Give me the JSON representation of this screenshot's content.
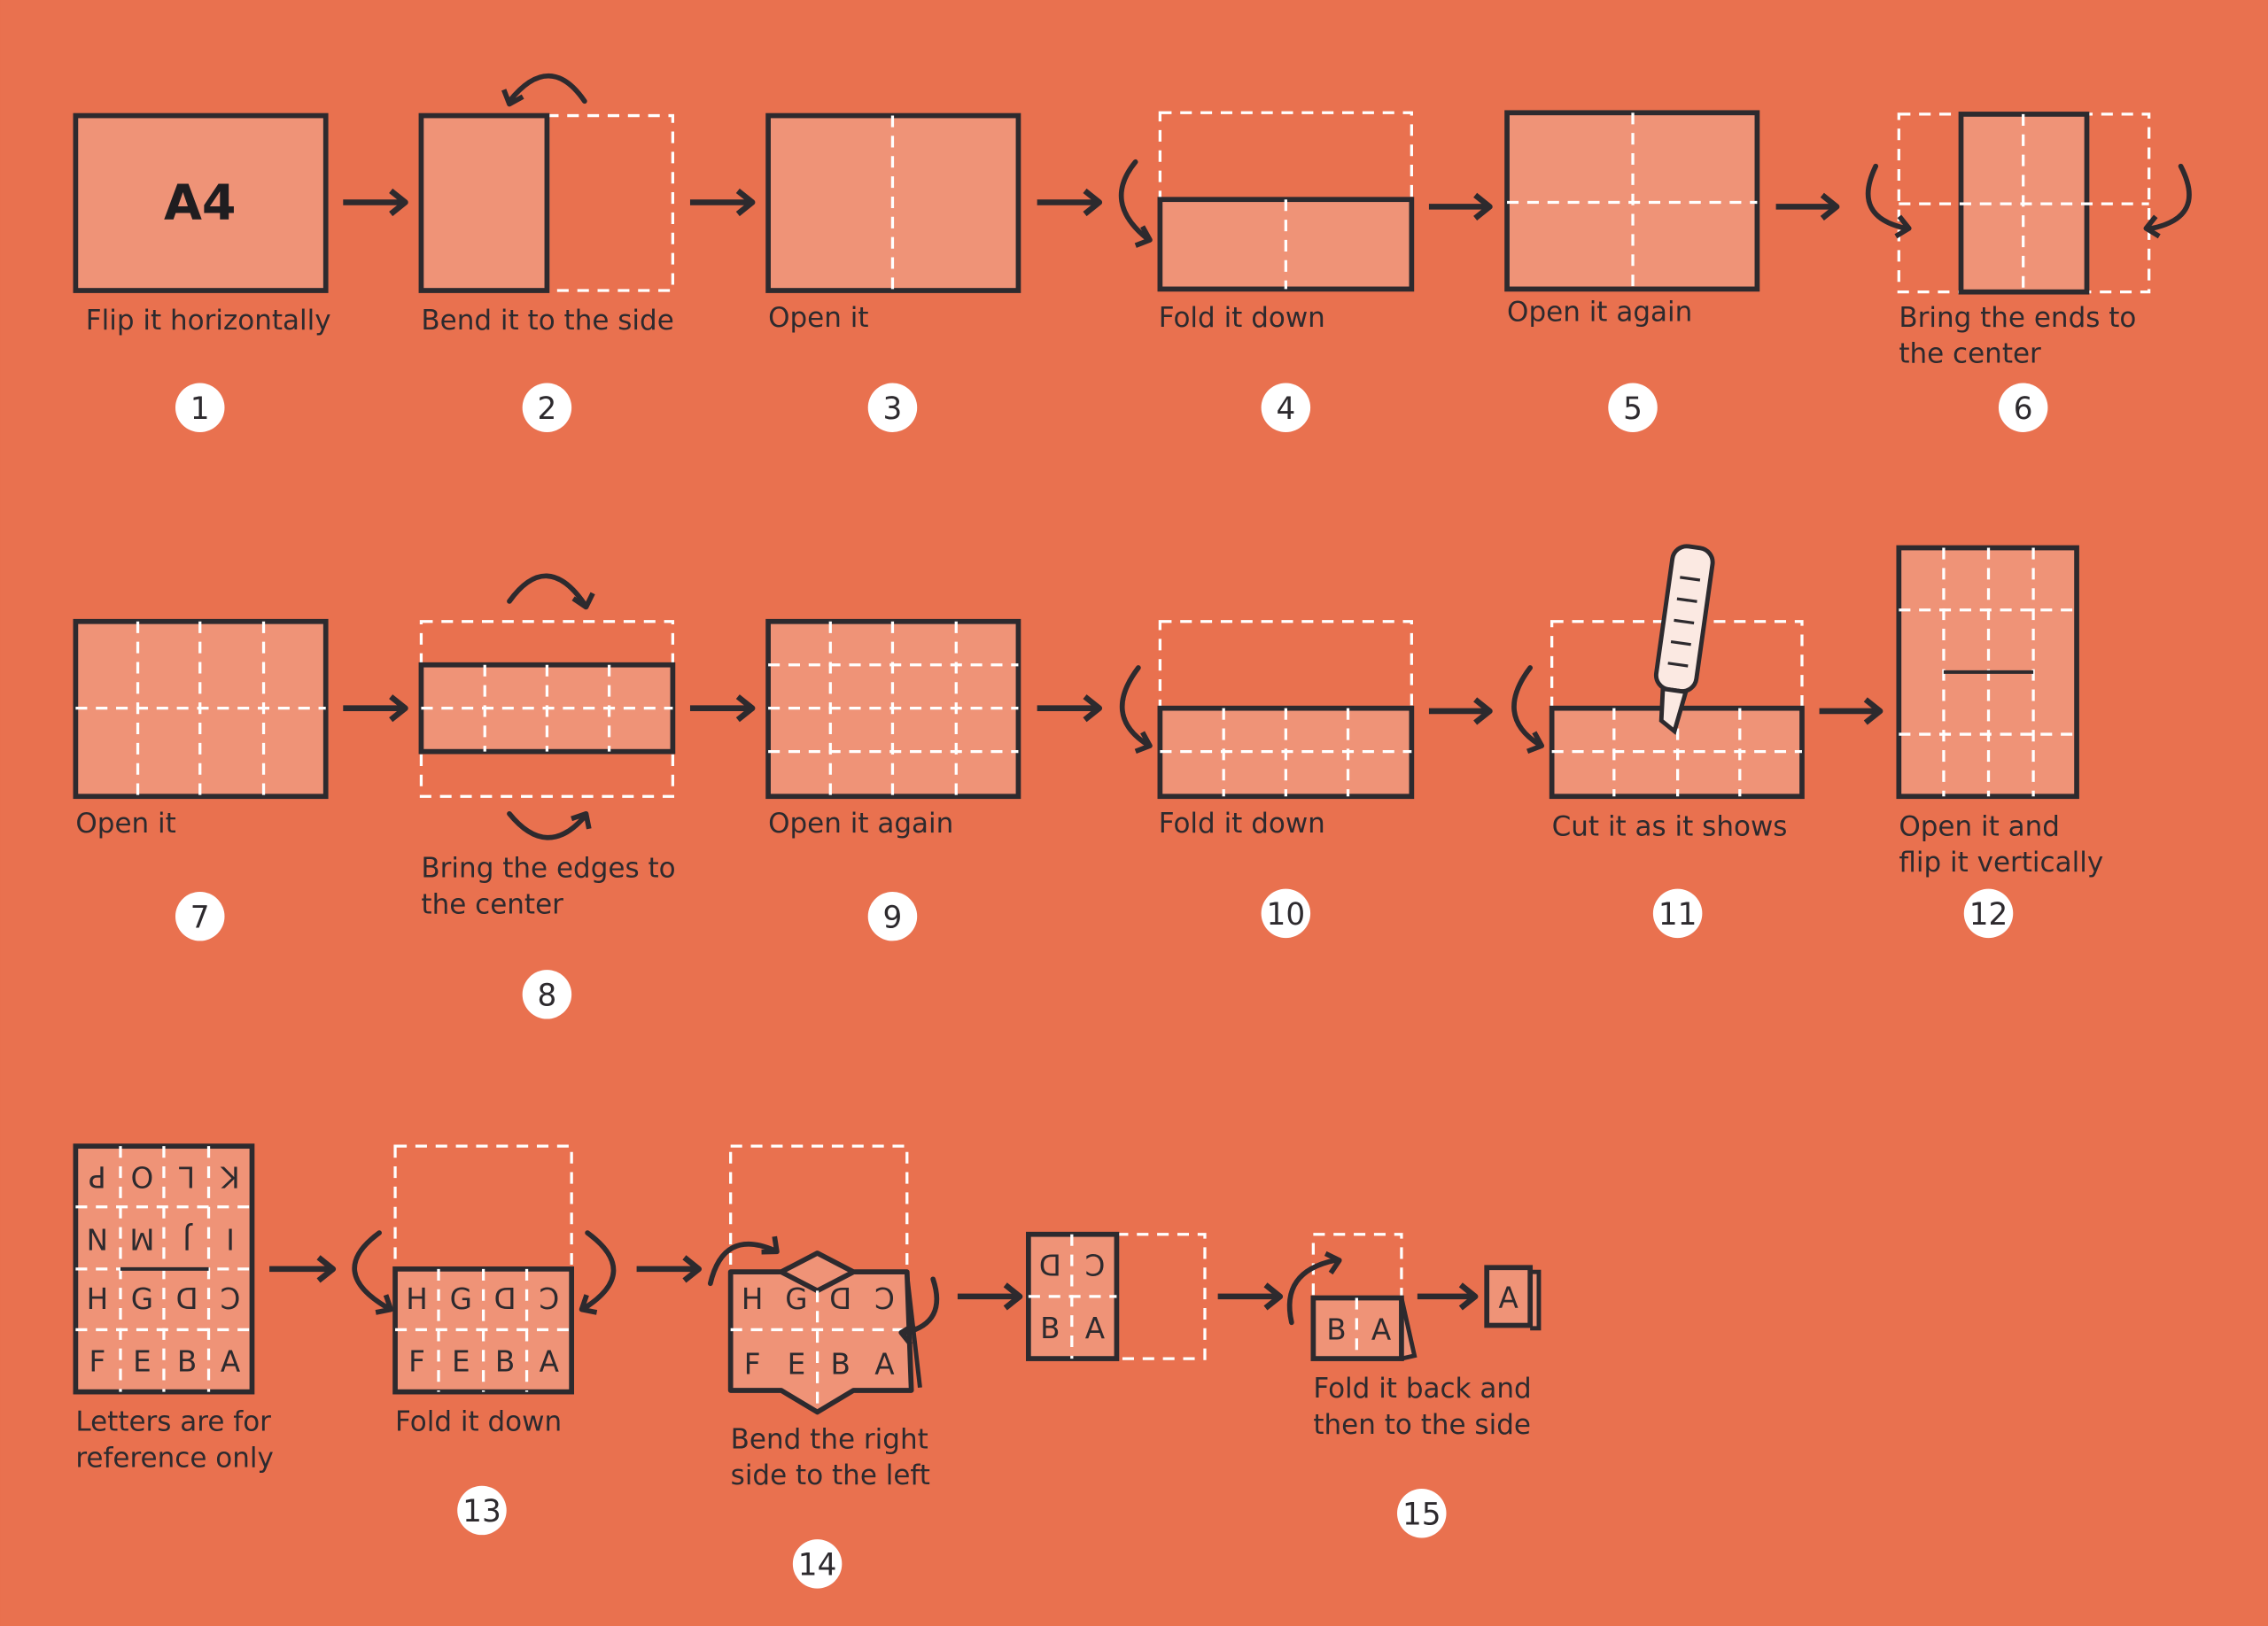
{
  "colors": {
    "background": "#e9714f",
    "paper": "#ef9377",
    "ink": "#2d2a2e",
    "fold_line": "#ffffff",
    "badge": "#ffffff"
  },
  "paper_label": "A4",
  "steps": [
    {
      "number": "1",
      "caption": [
        "Flip it horizontally"
      ]
    },
    {
      "number": "2",
      "caption": [
        "Bend it to the side"
      ]
    },
    {
      "number": "3",
      "caption": [
        "Open it"
      ]
    },
    {
      "number": "4",
      "caption": [
        "Fold it down"
      ]
    },
    {
      "number": "5",
      "caption": [
        "Open it again"
      ]
    },
    {
      "number": "6",
      "caption": [
        "Bring the ends to",
        "the center"
      ]
    },
    {
      "number": "7",
      "caption": [
        "Open it"
      ]
    },
    {
      "number": "8",
      "caption": [
        "Bring the edges to",
        "the center"
      ]
    },
    {
      "number": "9",
      "caption": [
        "Open it again"
      ]
    },
    {
      "number": "10",
      "caption": [
        "Fold it down"
      ]
    },
    {
      "number": "11",
      "caption": [
        "Cut it as it shows"
      ]
    },
    {
      "number": "12",
      "caption": [
        "Open it and",
        "flip it vertically"
      ]
    },
    {
      "number": "13",
      "caption": [
        "Fold it down"
      ]
    },
    {
      "number": "14",
      "caption": [
        "Bend the right",
        "side to the left"
      ]
    },
    {
      "number": "15",
      "caption": [
        "Fold it back and",
        "then to the side"
      ]
    }
  ],
  "reference_note": [
    "Letters are for",
    "reference only"
  ],
  "letter_grid": [
    [
      {
        "l": "P",
        "t": "rot"
      },
      {
        "l": "O",
        "t": "rot"
      },
      {
        "l": "L",
        "t": "rot"
      },
      {
        "l": "K",
        "t": "rot"
      }
    ],
    [
      {
        "l": "N",
        "t": "rot"
      },
      {
        "l": "M",
        "t": "rot"
      },
      {
        "l": "J",
        "t": "rot"
      },
      {
        "l": "I",
        "t": "rot"
      }
    ],
    [
      {
        "l": "H",
        "t": "n"
      },
      {
        "l": "G",
        "t": "n"
      },
      {
        "l": "D",
        "t": "mir"
      },
      {
        "l": "C",
        "t": "mir"
      }
    ],
    [
      {
        "l": "F",
        "t": "n"
      },
      {
        "l": "E",
        "t": "n"
      },
      {
        "l": "B",
        "t": "n"
      },
      {
        "l": "A",
        "t": "n"
      }
    ]
  ],
  "final_label": "A"
}
